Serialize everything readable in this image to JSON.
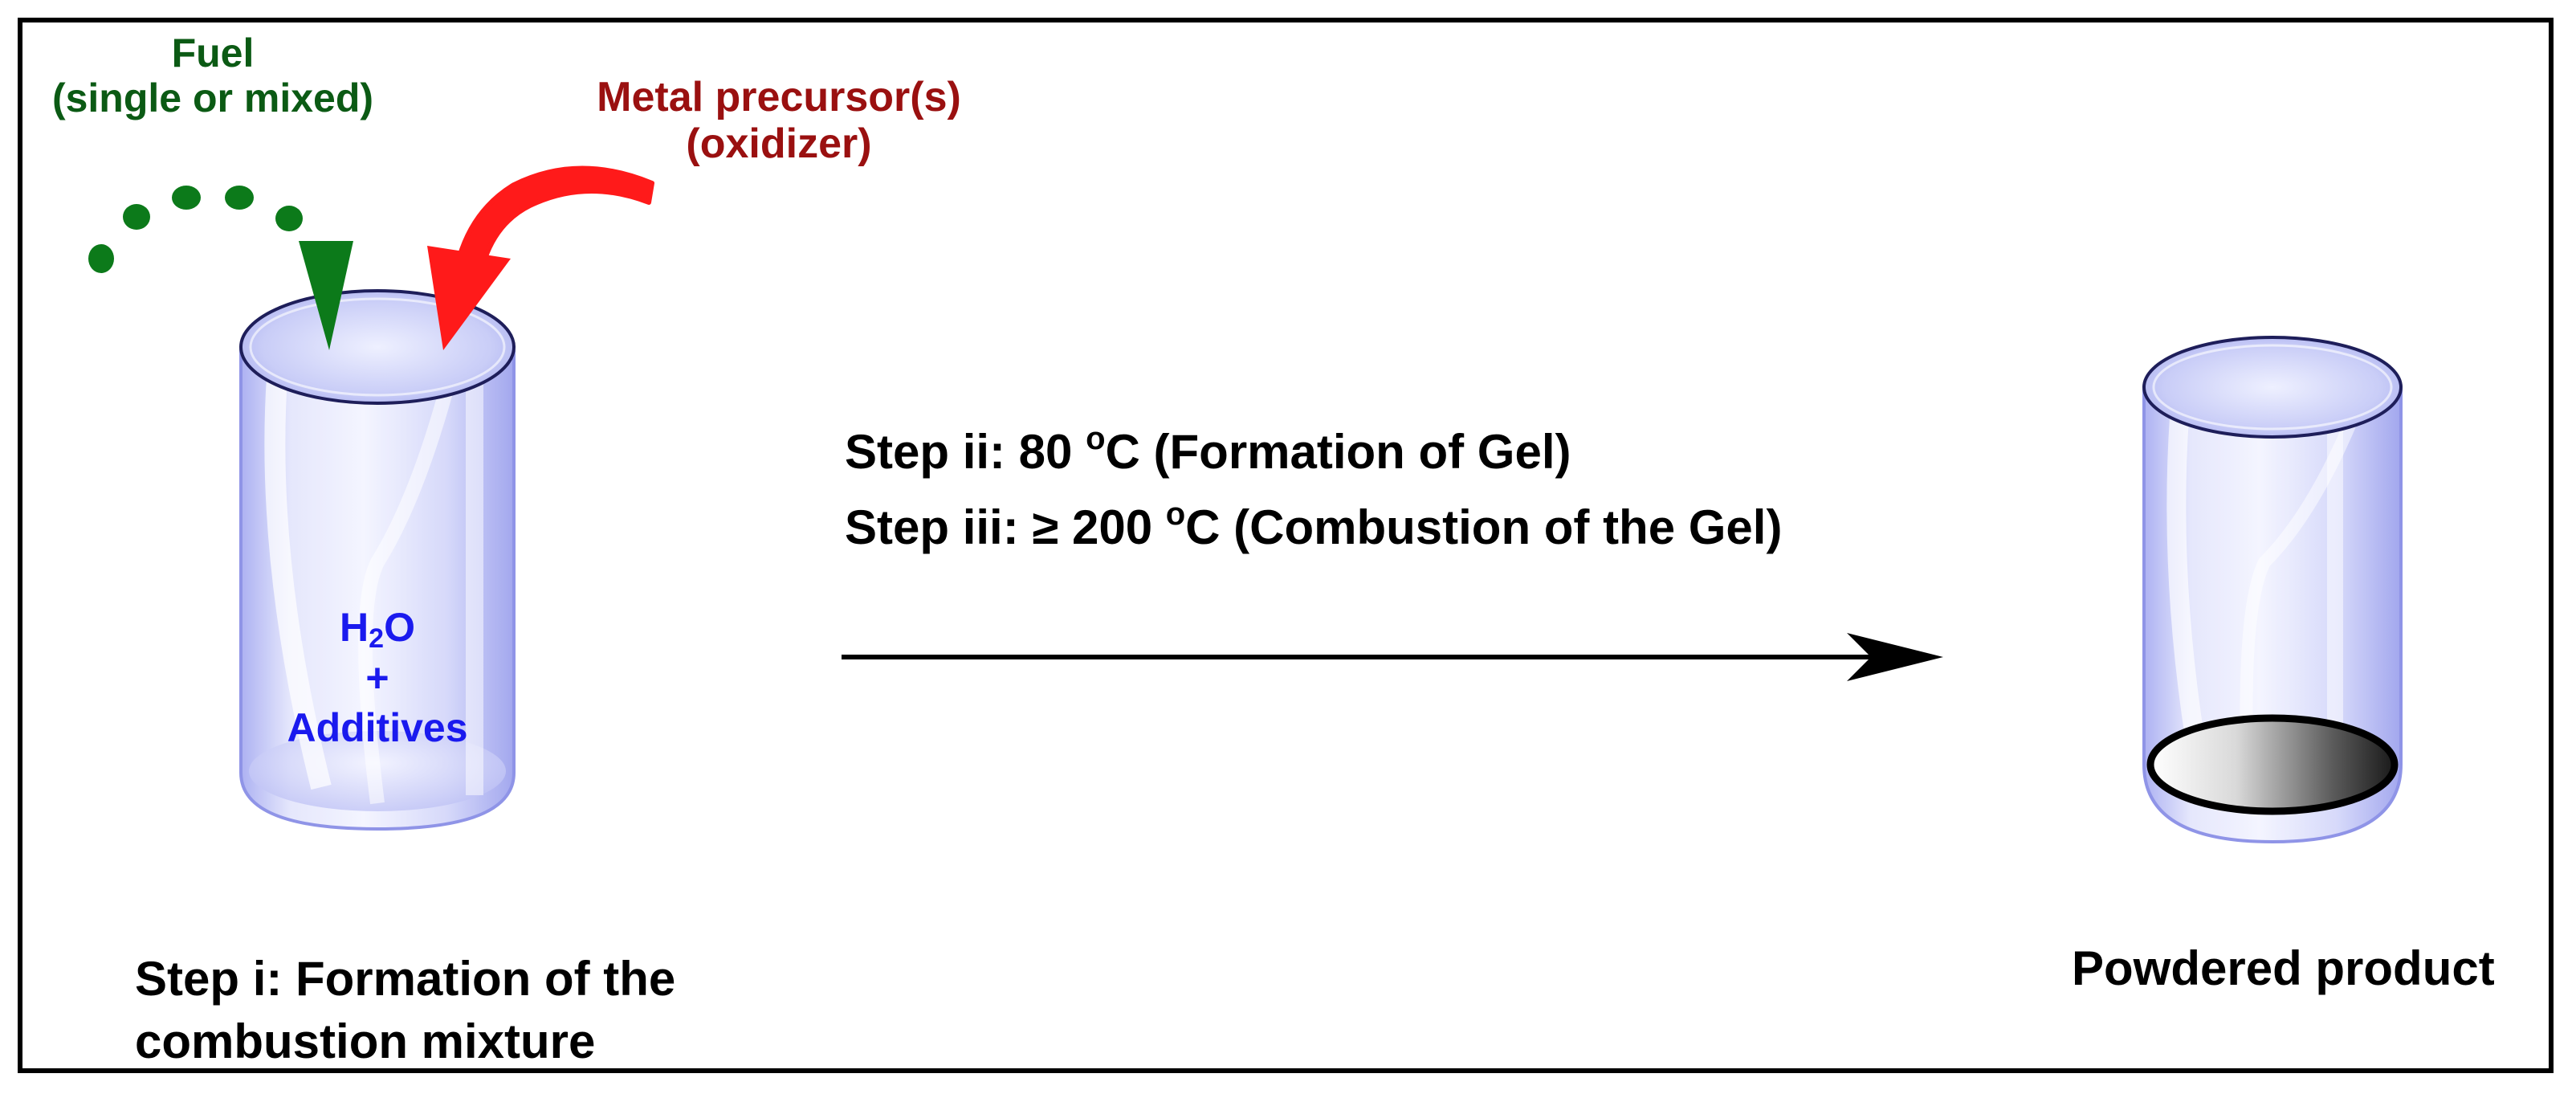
{
  "colors": {
    "fuel": "#0b5a14",
    "fuel_arrow": "#0c7a1a",
    "precursor": "#9a1010",
    "precursor_arrow": "#ff1a1a",
    "solution_text": "#1a1aee",
    "beaker_glass": "#c8ccf6",
    "beaker_outline": "#7a80e0",
    "text": "#000000"
  },
  "icons": {
    "left_beaker": "glass-beaker-icon",
    "right_beaker": "glass-beaker-with-powder-icon",
    "process_arrow": "arrow-right-icon"
  },
  "fuel": {
    "line1": "Fuel",
    "line2": "(single or mixed)"
  },
  "precursor": {
    "line1": "Metal precursor(s)",
    "line2": "(oxidizer)"
  },
  "solution": {
    "h": "H",
    "sub2": "2",
    "o": "O",
    "plus": "+",
    "additives": "Additives"
  },
  "steps": {
    "step_ii_prefix": "Step ii:  80 ",
    "step_ii_sup": "o",
    "step_ii_suffix": "C (Formation of Gel)",
    "step_iii_prefix": "Step iii: ≥ 200 ",
    "step_iii_sup": "o",
    "step_iii_suffix": "C (Combustion of the Gel)"
  },
  "step_i": {
    "line1": "Step i: Formation of the",
    "line2": "combustion mixture"
  },
  "product": {
    "label": "Powdered product"
  }
}
